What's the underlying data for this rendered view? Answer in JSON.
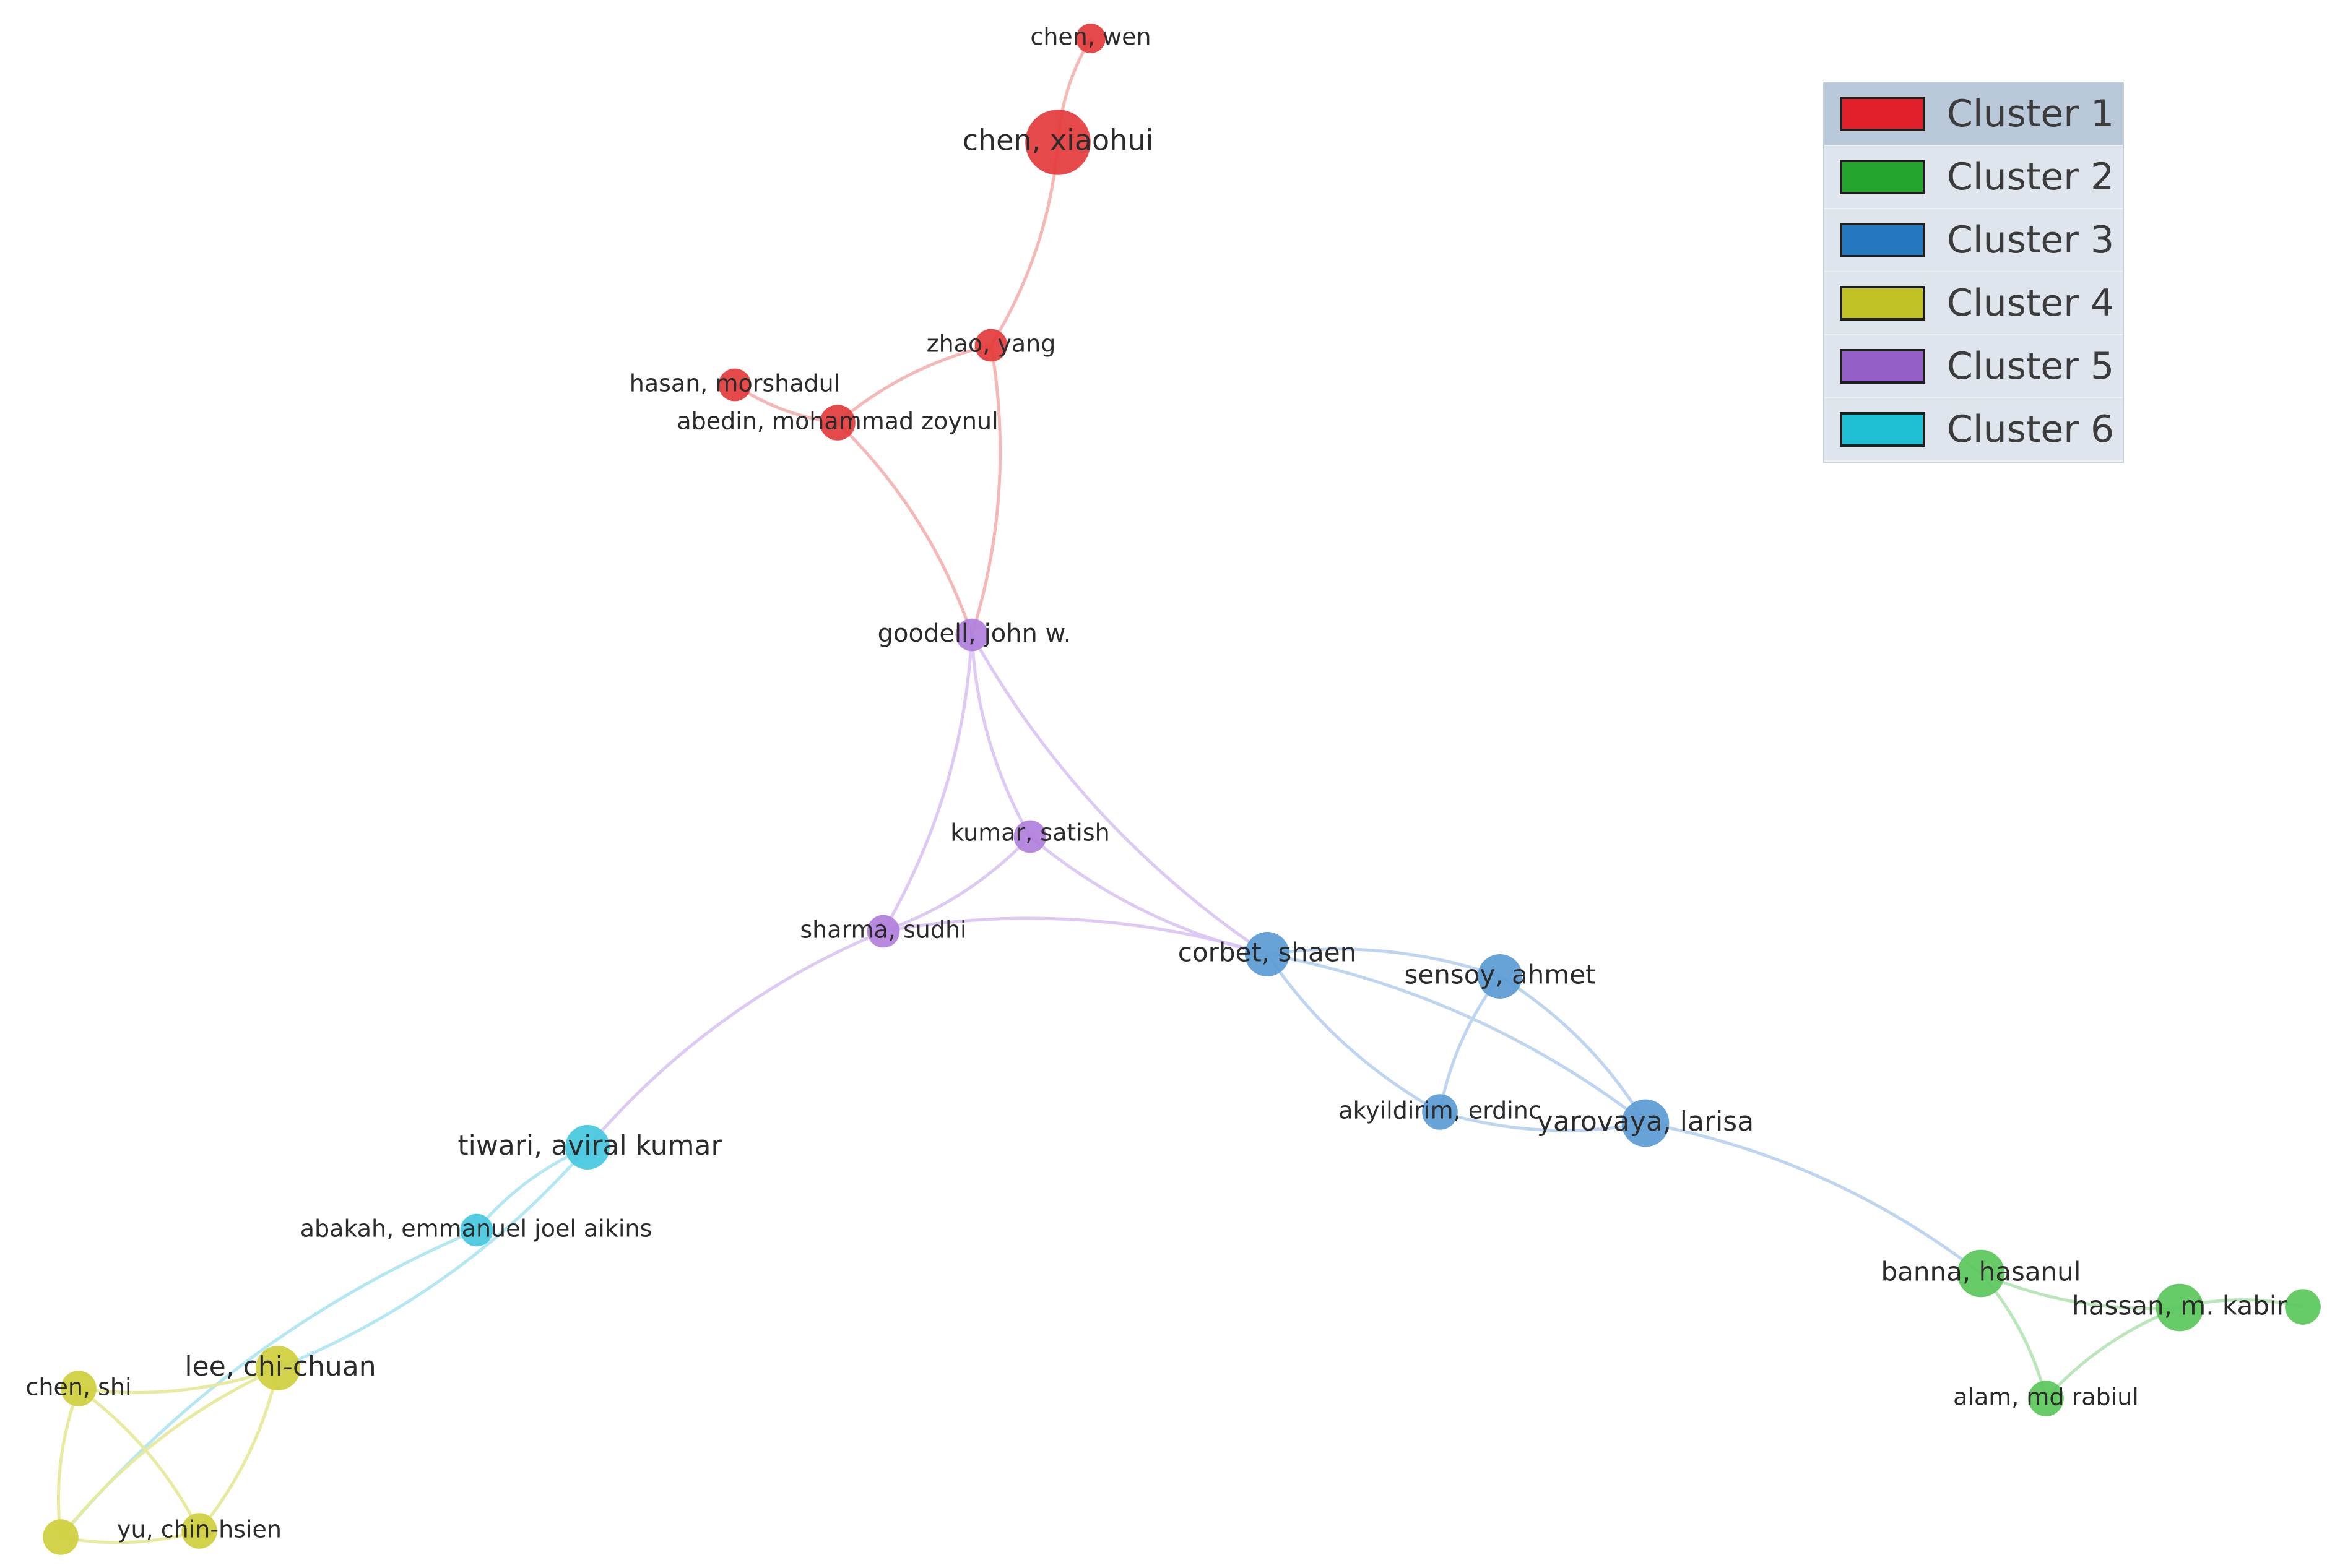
{
  "clusters": [
    {
      "id": 1,
      "label": "Cluster 1",
      "color": "#e43a3a",
      "swatch": "#e11f28",
      "link_color": "#f6b3b3"
    },
    {
      "id": 2,
      "label": "Cluster 2",
      "color": "#5ac85a",
      "swatch": "#24a52c",
      "link_color": "#b6e6b6"
    },
    {
      "id": 3,
      "label": "Cluster 3",
      "color": "#5b9bd5",
      "swatch": "#2578be",
      "link_color": "#b9d3ef"
    },
    {
      "id": 4,
      "label": "Cluster 4",
      "color": "#cfcf3c",
      "swatch": "#c2c224",
      "link_color": "#e7ea9a"
    },
    {
      "id": 5,
      "label": "Cluster 5",
      "color": "#b07fdc",
      "swatch": "#9460c8",
      "link_color": "#dcc6f3"
    },
    {
      "id": 6,
      "label": "Cluster 6",
      "color": "#44c8e0",
      "swatch": "#20c0d4",
      "link_color": "#aee6f2"
    }
  ],
  "nodes": [
    {
      "id": "chen_wen",
      "label": "chen, wen",
      "cluster": 1,
      "weight": 1.0
    },
    {
      "id": "chen_xiaohui",
      "label": "chen, xiaohui",
      "cluster": 1,
      "weight": 2.2
    },
    {
      "id": "zhao_yang",
      "label": "zhao, yang",
      "cluster": 1,
      "weight": 1.1
    },
    {
      "id": "hasan_morshadul",
      "label": "hasan, morshadul",
      "cluster": 1,
      "weight": 1.1
    },
    {
      "id": "abedin_mohammad_zoynul",
      "label": "abedin, mohammad zoynul",
      "cluster": 1,
      "weight": 1.2
    },
    {
      "id": "goodell_john_w",
      "label": "goodell, john w.",
      "cluster": 5,
      "weight": 1.1
    },
    {
      "id": "kumar_satish",
      "label": "kumar, satish",
      "cluster": 5,
      "weight": 1.1
    },
    {
      "id": "sharma_sudhi",
      "label": "sharma, sudhi",
      "cluster": 5,
      "weight": 1.1
    },
    {
      "id": "corbet_shaen",
      "label": "corbet, shaen",
      "cluster": 3,
      "weight": 1.5
    },
    {
      "id": "sensoy_ahmet",
      "label": "sensoy, ahmet",
      "cluster": 3,
      "weight": 1.5
    },
    {
      "id": "akyildirim_erdinc",
      "label": "akyildirim, erdinc",
      "cluster": 3,
      "weight": 1.2
    },
    {
      "id": "yarovaya_larisa",
      "label": "yarovaya, larisa",
      "cluster": 3,
      "weight": 1.6
    },
    {
      "id": "tiwari_aviral_kumar",
      "label": "tiwari, aviral kumar",
      "cluster": 6,
      "weight": 1.5
    },
    {
      "id": "abakah_emmanuel_joel_aikins",
      "label": "abakah, emmanuel joel aikins",
      "cluster": 6,
      "weight": 1.1
    },
    {
      "id": "lee_chi_chuan",
      "label": "lee, chi-chuan",
      "cluster": 4,
      "weight": 1.5
    },
    {
      "id": "chen_shi",
      "label": "chen, shi",
      "cluster": 4,
      "weight": 1.2
    },
    {
      "id": "unlabeled_yellow",
      "label": "",
      "cluster": 4,
      "weight": 1.2
    },
    {
      "id": "yu_chin_hsien",
      "label": "yu, chin-hsien",
      "cluster": 4,
      "weight": 1.2
    },
    {
      "id": "banna_hasanul",
      "label": "banna, hasanul",
      "cluster": 2,
      "weight": 1.6
    },
    {
      "id": "hassan_m_kabir",
      "label": "hassan, m. kabir",
      "cluster": 2,
      "weight": 1.6
    },
    {
      "id": "alam_md_rabiul",
      "label": "alam, md rabiul",
      "cluster": 2,
      "weight": 1.2
    },
    {
      "id": "unlabeled_green",
      "label": "",
      "cluster": 2,
      "weight": 1.2
    }
  ],
  "links": [
    {
      "source": "chen_wen",
      "target": "chen_xiaohui"
    },
    {
      "source": "chen_xiaohui",
      "target": "zhao_yang"
    },
    {
      "source": "zhao_yang",
      "target": "abedin_mohammad_zoynul"
    },
    {
      "source": "zhao_yang",
      "target": "goodell_john_w"
    },
    {
      "source": "hasan_morshadul",
      "target": "abedin_mohammad_zoynul"
    },
    {
      "source": "abedin_mohammad_zoynul",
      "target": "goodell_john_w"
    },
    {
      "source": "goodell_john_w",
      "target": "kumar_satish"
    },
    {
      "source": "goodell_john_w",
      "target": "sharma_sudhi"
    },
    {
      "source": "goodell_john_w",
      "target": "corbet_shaen"
    },
    {
      "source": "kumar_satish",
      "target": "sharma_sudhi"
    },
    {
      "source": "kumar_satish",
      "target": "corbet_shaen"
    },
    {
      "source": "sharma_sudhi",
      "target": "corbet_shaen"
    },
    {
      "source": "sharma_sudhi",
      "target": "tiwari_aviral_kumar"
    },
    {
      "source": "corbet_shaen",
      "target": "sensoy_ahmet"
    },
    {
      "source": "corbet_shaen",
      "target": "akyildirim_erdinc"
    },
    {
      "source": "corbet_shaen",
      "target": "yarovaya_larisa"
    },
    {
      "source": "sensoy_ahmet",
      "target": "akyildirim_erdinc"
    },
    {
      "source": "sensoy_ahmet",
      "target": "yarovaya_larisa"
    },
    {
      "source": "akyildirim_erdinc",
      "target": "yarovaya_larisa"
    },
    {
      "source": "yarovaya_larisa",
      "target": "banna_hasanul"
    },
    {
      "source": "banna_hasanul",
      "target": "hassan_m_kabir"
    },
    {
      "source": "banna_hasanul",
      "target": "alam_md_rabiul"
    },
    {
      "source": "hassan_m_kabir",
      "target": "alam_md_rabiul"
    },
    {
      "source": "hassan_m_kabir",
      "target": "unlabeled_green"
    },
    {
      "source": "tiwari_aviral_kumar",
      "target": "abakah_emmanuel_joel_aikins"
    },
    {
      "source": "tiwari_aviral_kumar",
      "target": "lee_chi_chuan"
    },
    {
      "source": "abakah_emmanuel_joel_aikins",
      "target": "unlabeled_yellow"
    },
    {
      "source": "lee_chi_chuan",
      "target": "chen_shi"
    },
    {
      "source": "lee_chi_chuan",
      "target": "unlabeled_yellow"
    },
    {
      "source": "lee_chi_chuan",
      "target": "yu_chin_hsien"
    },
    {
      "source": "chen_shi",
      "target": "unlabeled_yellow"
    },
    {
      "source": "chen_shi",
      "target": "yu_chin_hsien"
    },
    {
      "source": "unlabeled_yellow",
      "target": "yu_chin_hsien"
    }
  ],
  "legend": {
    "selected": "Cluster 1"
  }
}
